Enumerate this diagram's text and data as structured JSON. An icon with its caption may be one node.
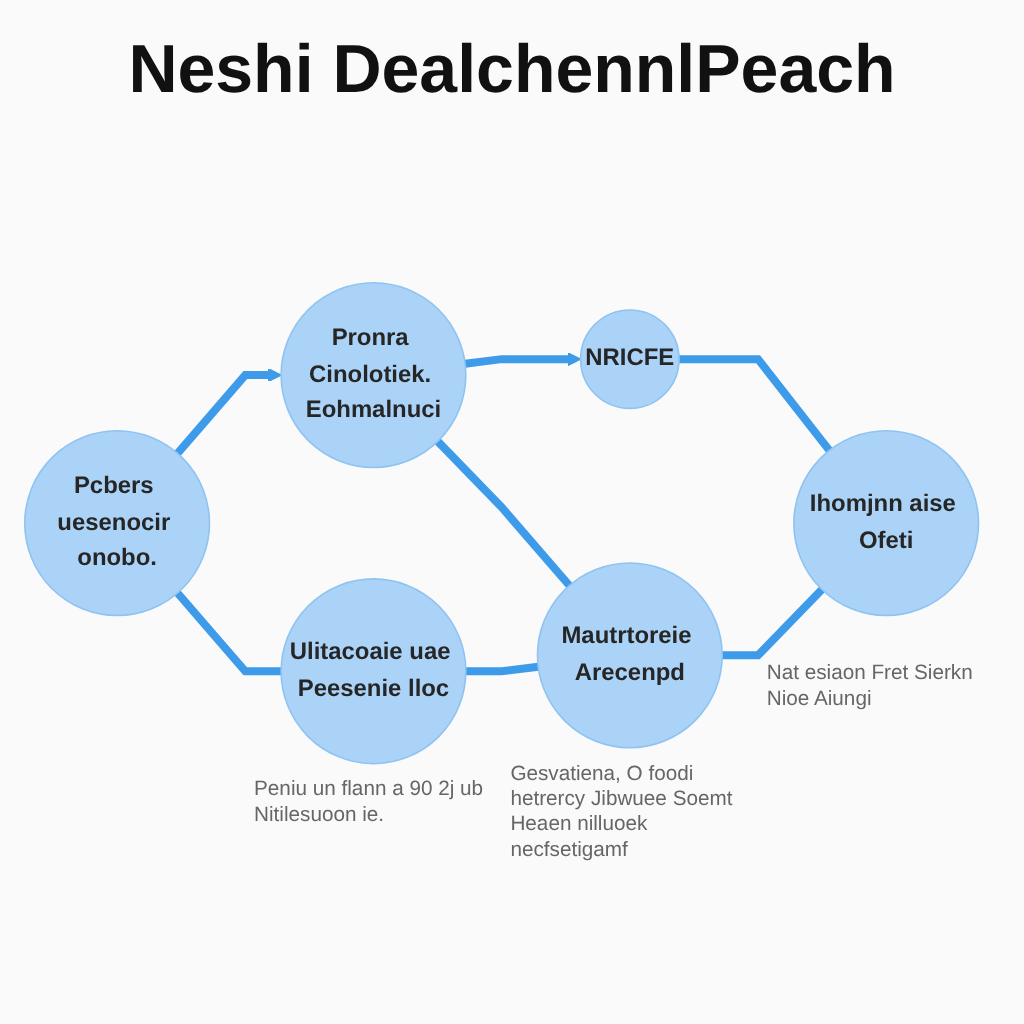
{
  "diagram": {
    "title": "Neshi DealchennlPeach",
    "nodes": [
      {
        "text": [
          "Pcbers uesenocir onobo."
        ]
      },
      {
        "text": [
          "Pronra Cinolotiek. Eohmalnuci"
        ]
      },
      {
        "text": [
          "NRICFE"
        ]
      },
      {
        "text": [
          "Ulitacoaie uae Peesenie lloc"
        ],
        "beside": [
          "Peniu un flann a 90 2j ub Nitilesuoon ie."
        ]
      },
      {
        "text": [
          "Mautrtoreie Arecenpd"
        ],
        "beside": [
          "Gesvatiena, O foodi hetrercy Jibwuee Soemt Heaen nilluoek necfsetigamf"
        ]
      },
      {
        "text": [
          "Ihomjnn aise Ofeti"
        ],
        "beside": [
          "Nat esiaon Fret Sierkn Nioe Aiungi"
        ]
      }
    ],
    "edges": [
      {
        "from": 0,
        "to": 1,
        "arrow": "to"
      },
      {
        "from": 1,
        "to": 2,
        "arrow": "to"
      },
      {
        "from": 0,
        "to": 3,
        "arrow": "none"
      },
      {
        "from": 1,
        "to": 4,
        "arrow": "none"
      },
      {
        "from": 2,
        "to": 5,
        "arrow": "none"
      },
      {
        "from": 3,
        "to": 4,
        "arrow": "none"
      },
      {
        "from": 4,
        "to": 5,
        "arrow": "none"
      }
    ]
  }
}
